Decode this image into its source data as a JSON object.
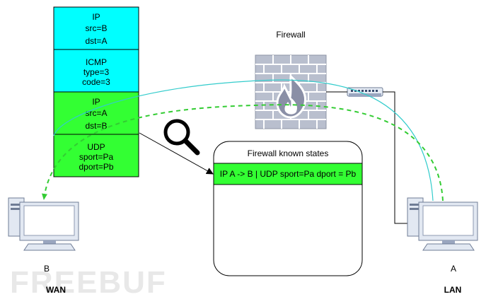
{
  "packet": {
    "outer_ip": {
      "lines": [
        "IP",
        "src=B",
        "dst=A"
      ]
    },
    "icmp": {
      "lines": [
        "ICMP",
        "type=3",
        "code=3"
      ]
    },
    "inner_ip": {
      "lines": [
        "IP",
        "src=A",
        "dst=B"
      ]
    },
    "udp": {
      "lines": [
        "UDP",
        "sport=Pa",
        "dport=Pb"
      ]
    }
  },
  "firewall": {
    "label": "Firewall"
  },
  "states_panel": {
    "title": "Firewall known states",
    "entry": "IP A -> B | UDP sport=Pa dport = Pb"
  },
  "hosts": {
    "wan": {
      "name": "B",
      "zone": "WAN"
    },
    "lan": {
      "name": "A",
      "zone": "LAN"
    }
  },
  "watermark": "FREEBUF",
  "icons": {
    "magnifier": "magnifier-icon",
    "firewall": "firewall-brick-icon",
    "switch": "network-switch-icon",
    "computer": "computer-icon"
  },
  "colors": {
    "cyan_block": "#00FFFF",
    "green_block": "#33FF33",
    "cyan_line": "#33CCCC",
    "green_line": "#33CC33",
    "brick": "#B9BFCE",
    "flame": "#8A8FA6"
  }
}
